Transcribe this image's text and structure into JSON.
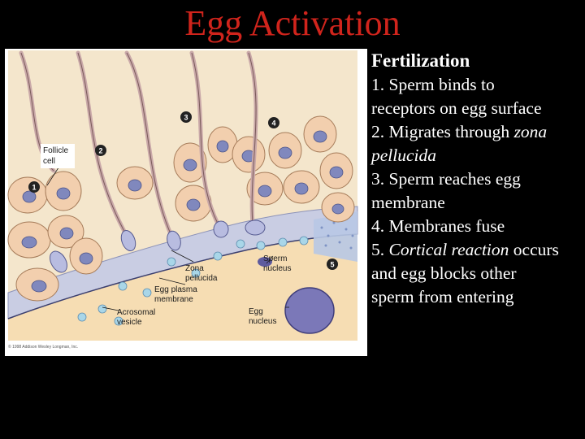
{
  "title": "Egg Activation",
  "figure": {
    "labels": {
      "follicle_cell_1": "Follicle",
      "follicle_cell_2": "cell",
      "zona_1": "Zona",
      "zona_2": "pellucida",
      "sperm_nucleus_1": "Sperm",
      "sperm_nucleus_2": "nucleus",
      "plasma_1": "Egg plasma",
      "plasma_2": "membrane",
      "acrosomal_1": "Acrosomal",
      "acrosomal_2": "vesicle",
      "egg_nucleus_1": "Egg",
      "egg_nucleus_2": "nucleus"
    },
    "markers": [
      "1",
      "2",
      "3",
      "4",
      "5"
    ],
    "copyright": "© 1998 Addison Wesley Longman, Inc."
  },
  "panel": {
    "heading": "Fertilization",
    "step1_a": "1.  Sperm binds to",
    "step1_b": "receptors on egg surface",
    "step2_a": "2.  Migrates through ",
    "step2_a_em": "zona",
    "step2_b_em": "pellucida",
    "step3_a": "3.  Sperm reaches egg",
    "step3_b": "membrane",
    "step4": "4.  Membranes fuse",
    "step5_a": "5.  ",
    "step5_a_em": "Cortical reaction",
    "step5_a_rest": " occurs",
    "step5_b": "and egg blocks other",
    "step5_c": "sperm from entering"
  }
}
